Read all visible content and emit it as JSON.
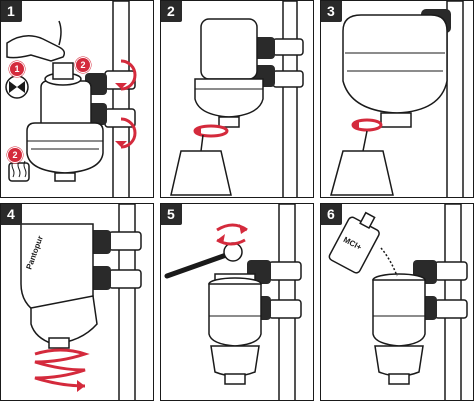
{
  "colors": {
    "accent": "#d42a3c",
    "ink": "#1a1a1a",
    "paper": "#ffffff",
    "tag": "#2a2a2a"
  },
  "panels": [
    {
      "number": "1",
      "badges": [
        "1",
        "2",
        "2"
      ]
    },
    {
      "number": "2"
    },
    {
      "number": "3"
    },
    {
      "number": "4",
      "housing_text": "Pantopur"
    },
    {
      "number": "5"
    },
    {
      "number": "6",
      "bottle_text": "MCI+"
    }
  ]
}
